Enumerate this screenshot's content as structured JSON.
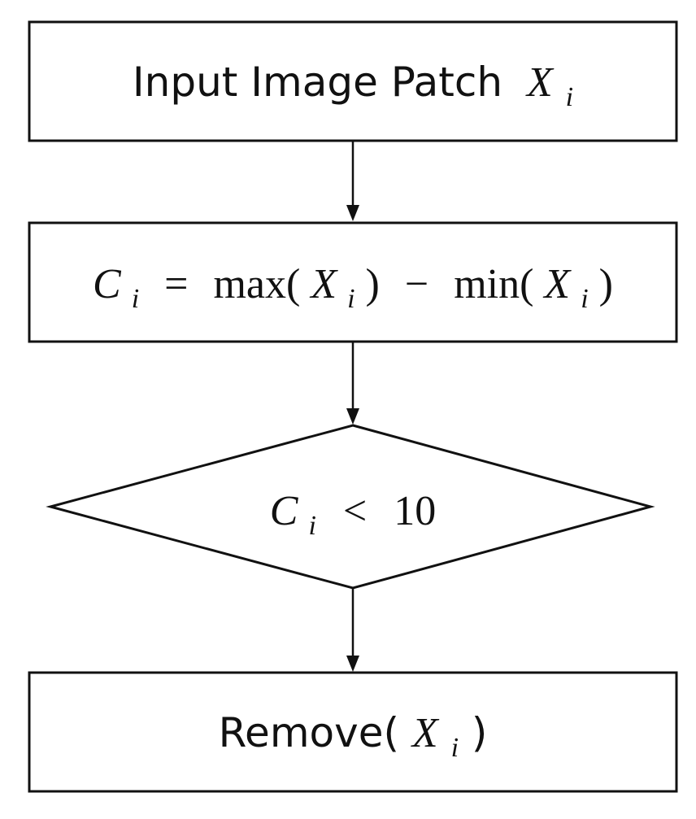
{
  "diagram": {
    "nodes": [
      {
        "id": "input",
        "shape": "rectangle",
        "label_text": "Input Image Patch",
        "label_var": "X",
        "label_sub": "i"
      },
      {
        "id": "contrast",
        "shape": "rectangle",
        "lhs_var": "C",
        "lhs_sub": "i",
        "eq": "=",
        "fn_max": "max(",
        "arg1_var": "X",
        "arg1_sub": "i",
        "close1": ")",
        "minus": "−",
        "fn_min": "min(",
        "arg2_var": "X",
        "arg2_sub": "i",
        "close2": ")"
      },
      {
        "id": "decision",
        "shape": "diamond",
        "var": "C",
        "sub": "i",
        "op": "<",
        "threshold": "10"
      },
      {
        "id": "remove",
        "shape": "rectangle",
        "fn": "Remove(",
        "var": "X",
        "sub": "i",
        "close": ")"
      }
    ],
    "edges": [
      {
        "from": "input",
        "to": "contrast"
      },
      {
        "from": "contrast",
        "to": "decision"
      },
      {
        "from": "decision",
        "to": "remove"
      }
    ],
    "colors": {
      "stroke": "#111111",
      "background": "#ffffff"
    }
  }
}
